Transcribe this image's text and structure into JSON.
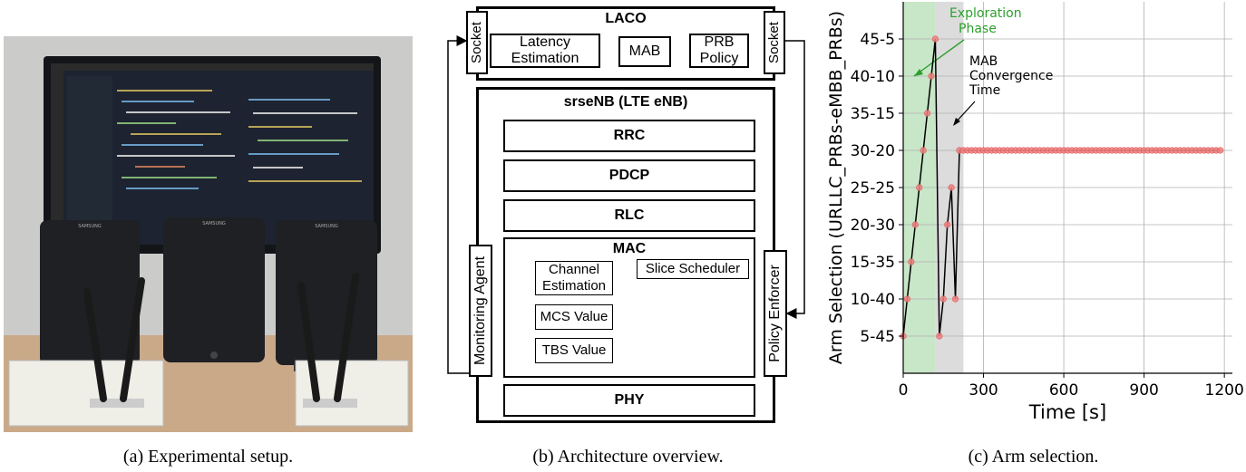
{
  "captions": {
    "a": "(a) Experimental setup.",
    "b": "(b) Architecture overview.",
    "c": "(c) Arm selection."
  },
  "photo": {
    "tablet_brand": "SAMSUNG",
    "colors": {
      "wall": "#cbcbc9",
      "table": "#c9a98a",
      "tablet": "#1e2024",
      "monitor": "#141519",
      "sdr": "#efefe8"
    }
  },
  "arch": {
    "laco_title": "LACO",
    "latency_estimation": "Latency Estimation",
    "mab": "MAB",
    "prb_policy": "PRB Policy",
    "socket_left": "Socket",
    "socket_right": "Socket",
    "enb_title": "srseNB (LTE eNB)",
    "rrc": "RRC",
    "pdcp": "PDCP",
    "rlc": "RLC",
    "mac": "MAC",
    "channel_estimation": "Channel Estimation",
    "mcs_value": "MCS Value",
    "tbs_value": "TBS Value",
    "slice_scheduler": "Slice Scheduler",
    "phy": "PHY",
    "monitoring_agent": "Monitoring Agent",
    "policy_enforcer": "Policy Enforcer"
  },
  "chart_data": {
    "type": "line",
    "xlabel": "Time [s]",
    "ylabel": "Arm Selection (URLLC_PRBs-eMBB_PRBs)",
    "xlim": [
      0,
      1230
    ],
    "xticks": [
      0,
      300,
      600,
      900,
      1200
    ],
    "ylim": [
      0,
      10
    ],
    "yticks": [
      "5-45",
      "10-40",
      "15-35",
      "20-30",
      "25-25",
      "30-20",
      "35-15",
      "40-10",
      "45-5"
    ],
    "ytick_values": [
      1,
      2,
      3,
      4,
      5,
      6,
      7,
      8,
      9
    ],
    "grid": true,
    "exploration_span": [
      0,
      120
    ],
    "convergence_span": [
      120,
      225
    ],
    "annotations": [
      {
        "text": "Exploration Phase",
        "color": "#2ca02c"
      },
      {
        "text": "MAB Convergence Time",
        "color": "#000000"
      }
    ],
    "colors": {
      "line": "#000000",
      "marker": "#f08080",
      "exploration": "#c8e6c8",
      "convergence": "#dcdcdc"
    },
    "x": [
      0,
      15,
      30,
      45,
      60,
      75,
      90,
      105,
      120,
      135,
      150,
      165,
      180,
      195,
      210,
      225,
      240,
      255,
      270,
      285,
      300,
      315,
      330,
      345,
      360,
      375,
      390,
      405,
      420,
      435,
      450,
      465,
      480,
      495,
      510,
      525,
      540,
      555,
      570,
      585,
      600,
      615,
      630,
      645,
      660,
      675,
      690,
      705,
      720,
      735,
      750,
      765,
      780,
      795,
      810,
      825,
      840,
      855,
      870,
      885,
      900,
      915,
      930,
      945,
      960,
      975,
      990,
      1005,
      1020,
      1035,
      1050,
      1065,
      1080,
      1095,
      1110,
      1125,
      1140,
      1155,
      1170,
      1185
    ],
    "y": [
      1,
      2,
      3,
      4,
      5,
      6,
      7,
      8,
      9,
      1,
      2,
      4,
      5,
      2,
      6,
      6,
      6,
      6,
      6,
      6,
      6,
      6,
      6,
      6,
      6,
      6,
      6,
      6,
      6,
      6,
      6,
      6,
      6,
      6,
      6,
      6,
      6,
      6,
      6,
      6,
      6,
      6,
      6,
      6,
      6,
      6,
      6,
      6,
      6,
      6,
      6,
      6,
      6,
      6,
      6,
      6,
      6,
      6,
      6,
      6,
      6,
      6,
      6,
      6,
      6,
      6,
      6,
      6,
      6,
      6,
      6,
      6,
      6,
      6,
      6,
      6,
      6,
      6,
      6,
      6
    ]
  }
}
